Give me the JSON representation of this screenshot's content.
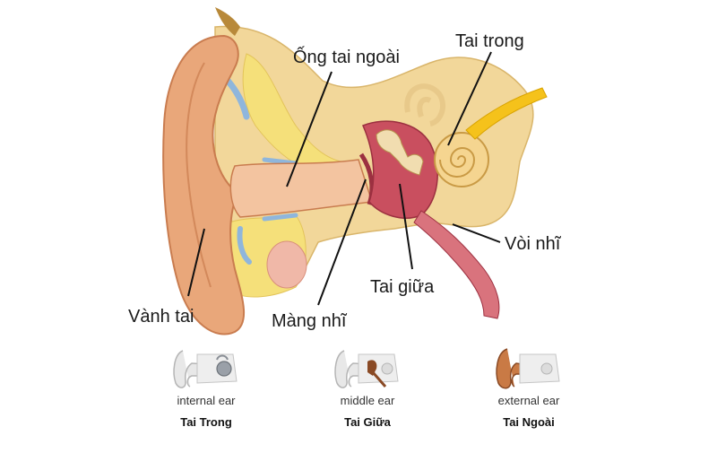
{
  "labels": {
    "ong_tai_ngoai": "Ống tai ngoài",
    "tai_trong": "Tai trong",
    "voi_nhi": "Vòi nhĩ",
    "tai_giua": "Tai giữa",
    "vanh_tai": "Vành tai",
    "mang_nhi": "Màng nhĩ"
  },
  "thumbnails": [
    {
      "en": "internal ear",
      "vi": "Tai Trong",
      "highlight": "#8a8f96"
    },
    {
      "en": "middle ear",
      "vi": "Tai Giữa",
      "highlight": "#8a4a25"
    },
    {
      "en": "external ear",
      "vi": "Tai Ngoài",
      "highlight": "#b86b3a"
    }
  ],
  "colors": {
    "skin": "#e9a77a",
    "skin_dark": "#c97c4f",
    "bone": "#f2d79a",
    "fat": "#f5e07a",
    "canal": "#f3c4a0",
    "middle_ear": "#c94f5f",
    "cochlea": "#f5d590",
    "nerve": "#f5c21b",
    "blue": "#8fb6dc"
  }
}
